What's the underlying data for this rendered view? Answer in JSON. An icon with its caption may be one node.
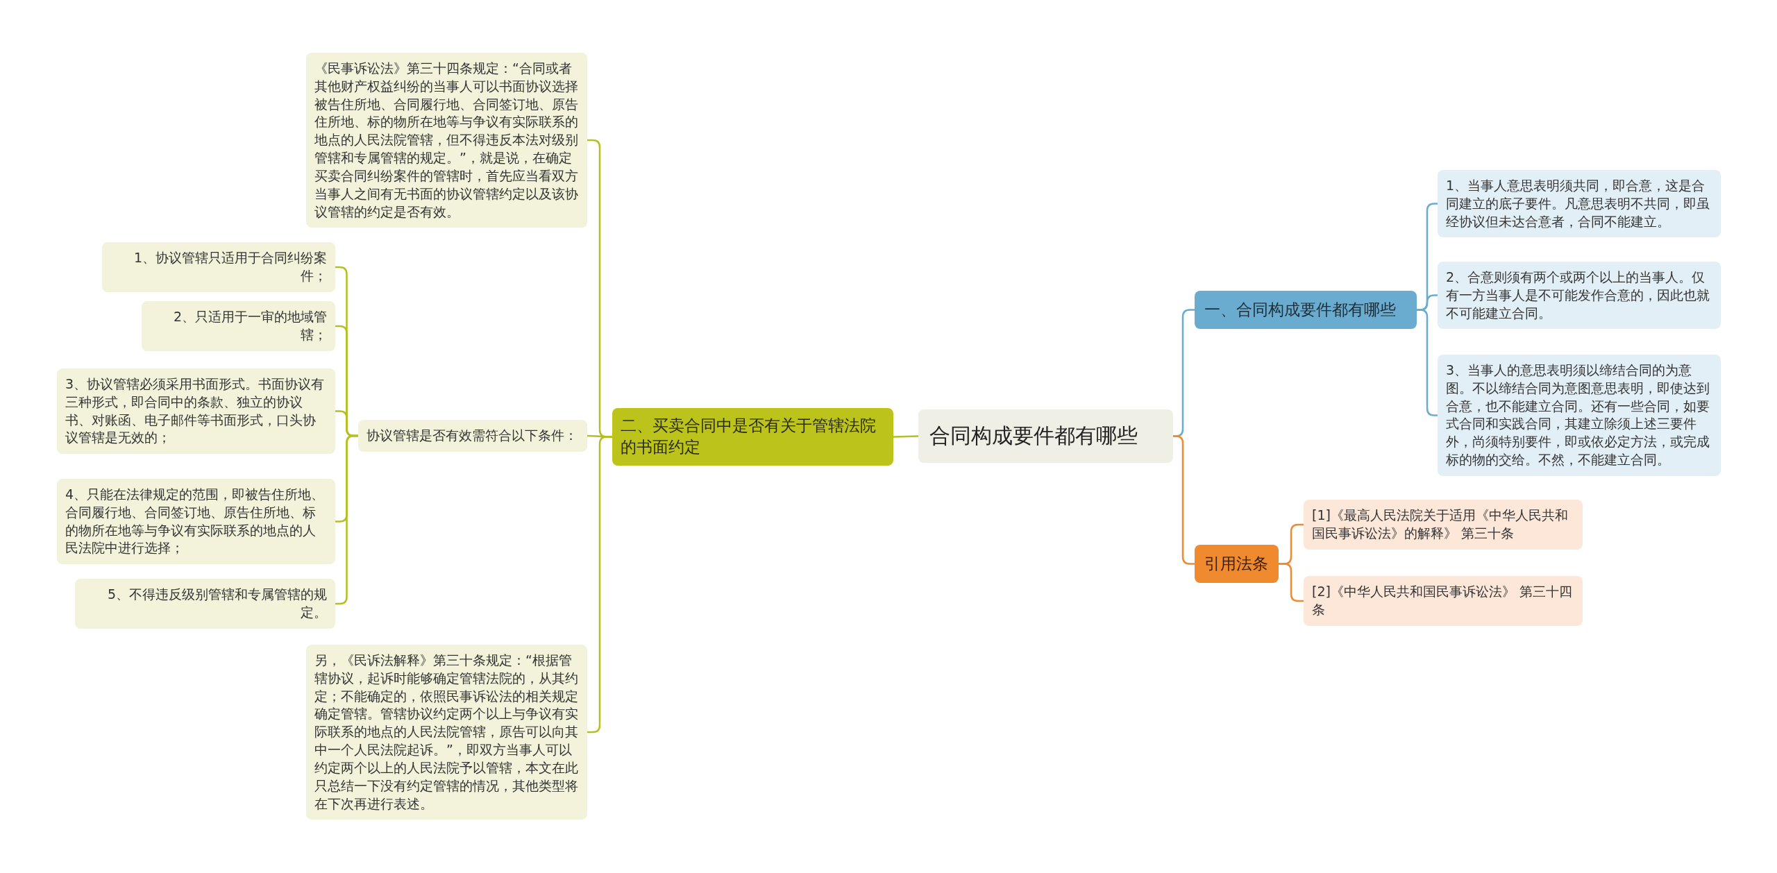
{
  "diagram": {
    "nodes": [
      {
        "text": [
          "合同构成要件都有哪些"
        ]
      },
      {
        "text": [
          "二、买卖合同中是否有关于管辖法院的书面约定"
        ]
      },
      {
        "text": [
          "《民事诉讼法》第三十四条规定：“合同或者其他财产权益纠纷的当事人可以书面协议选择被告住所地、合同履行地、合同签订地、原告住所地、标的物所在地等与争议有实际联系的地点的人民法院管辖，但不得违反本法对级别管辖和专属管辖的规定。”，就是说，在确定买卖合同纠纷案件的管辖时，首先应当看双方当事人之间有无书面的协议管辖约定以及该协议管辖的约定是否有效。"
        ]
      },
      {
        "text": [
          "协议管辖是否有效需符合以下条件："
        ]
      },
      {
        "text": [
          "1、协议管辖只适用于合同纠纷案件；"
        ]
      },
      {
        "text": [
          "2、只适用于一审的地域管辖；"
        ]
      },
      {
        "text": [
          "3、协议管辖必须采用书面形式。书面协议有三种形式，即合同中的条款、独立的协议书、对账函、电子邮件等书面形式，口头协议管辖是无效的；"
        ]
      },
      {
        "text": [
          "4、只能在法律规定的范围，即被告住所地、合同履行地、合同签订地、原告住所地、标的物所在地等与争议有实际联系的地点的人民法院中进行选择；"
        ]
      },
      {
        "text": [
          "5、不得违反级别管辖和专属管辖的规定。"
        ]
      },
      {
        "text": [
          "另，《民诉法解释》第三十条规定：“根据管辖协议，起诉时能够确定管辖法院的，从其约定；不能确定的，依照民事诉讼法的相关规定确定管辖。管辖协议约定两个以上与争议有实际联系的地点的人民法院管辖，原告可以向其中一个人民法院起诉。”，即双方当事人可以约定两个以上的人民法院予以管辖，本文在此只总结一下没有约定管辖的情况，其他类型将在下次再进行表述。"
        ]
      },
      {
        "text": [
          "一、合同构成要件都有哪些"
        ]
      },
      {
        "text": [
          "1、当事人意思表明须共同，即合意，这是合同建立的底子要件。凡意思表明不共同，即虽经协议但未达合意者，合同不能建立。"
        ]
      },
      {
        "text": [
          "2、合意则须有两个或两个以上的当事人。仅有一方当事人是不可能发作合意的，因此也就不可能建立合同。"
        ]
      },
      {
        "text": [
          "3、当事人的意思表明须以缔结合同的为意图。不以缔结合同为意图意思表明，即使达到合意，也不能建立合同。还有一些合同，如要式合同和实践合同，其建立除须上述三要件外，尚须特别要件，即或依必定方法，或完成标的物的交给。不然，不能建立合同。"
        ]
      },
      {
        "text": [
          "引用法条"
        ]
      },
      {
        "text": [
          "[1]《最高人民法院关于适用《中华人民共和国民事诉讼法》的解释》 第三十条"
        ]
      },
      {
        "text": [
          "[2]《中华人民共和国民事诉讼法》 第三十四条"
        ]
      }
    ],
    "edges": [
      {
        "from": 0,
        "to": 1,
        "arrow": "none"
      },
      {
        "from": 1,
        "to": 2,
        "arrow": "none"
      },
      {
        "from": 1,
        "to": 3,
        "arrow": "none"
      },
      {
        "from": 3,
        "to": 4,
        "arrow": "none"
      },
      {
        "from": 3,
        "to": 5,
        "arrow": "none"
      },
      {
        "from": 3,
        "to": 6,
        "arrow": "none"
      },
      {
        "from": 3,
        "to": 7,
        "arrow": "none"
      },
      {
        "from": 3,
        "to": 8,
        "arrow": "none"
      },
      {
        "from": 1,
        "to": 9,
        "arrow": "none"
      },
      {
        "from": 0,
        "to": 10,
        "arrow": "none",
        "color": "#6aaccf"
      },
      {
        "from": 10,
        "to": 11,
        "arrow": "none",
        "color": "#6aaccf"
      },
      {
        "from": 10,
        "to": 12,
        "arrow": "none",
        "color": "#6aaccf"
      },
      {
        "from": 10,
        "to": 13,
        "arrow": "none",
        "color": "#6aaccf"
      },
      {
        "from": 0,
        "to": 14,
        "arrow": "none",
        "color": "#ef8a2f"
      },
      {
        "from": 14,
        "to": 15,
        "arrow": "none",
        "color": "#ef8a2f"
      },
      {
        "from": 14,
        "to": 16,
        "arrow": "none",
        "color": "#ef8a2f"
      }
    ]
  }
}
